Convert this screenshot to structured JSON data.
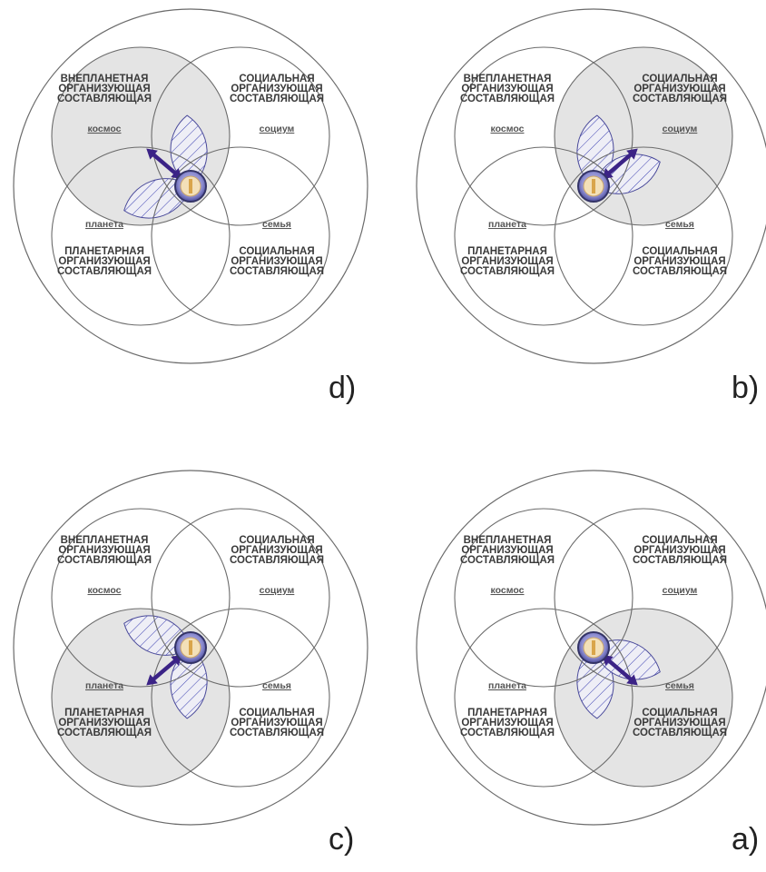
{
  "colors": {
    "outline": "#6b6b6b",
    "highlight_fill": "#e4e4e4",
    "hatch": "#3b3fb0",
    "petal_fill": "#eeeef6",
    "arrow": "#3b2386",
    "center_ring": "#4a4a9a"
  },
  "panels": [
    {
      "id": "d",
      "label": "d)",
      "highlight": "top-left",
      "tl": {
        "text": [
          "ВНЕПЛАНЕТНАЯ",
          "ОРГАНИЗУЮЩАЯ",
          "СОСТАВЛЯЮЩАЯ"
        ],
        "word": "космос"
      },
      "tr": {
        "text": [
          "СОЦИАЛЬНАЯ",
          "ОРГАНИЗУЮЩАЯ",
          "СОСТАВЛЯЮЩАЯ"
        ],
        "word": "социум"
      },
      "bl": {
        "text": [
          "ПЛАНЕТАРНАЯ",
          "ОРГАНИЗУЮЩАЯ",
          "СОСТАВЛЯЮЩАЯ"
        ],
        "word": "планета"
      },
      "br": {
        "text": [
          "СОЦИАЛЬНАЯ",
          "ОРГАНИЗУЮЩАЯ",
          "СОСТАВЛЯЮЩАЯ"
        ],
        "word": "семья"
      }
    },
    {
      "id": "b",
      "label": "b)",
      "highlight": "top-right",
      "tl": {
        "text": [
          "ВНЕПЛАНЕТНАЯ",
          "ОРГАНИЗУЮЩАЯ",
          "СОСТАВЛЯЮЩАЯ"
        ],
        "word": "космос"
      },
      "tr": {
        "text": [
          "СОЦИАЛЬНАЯ",
          "ОРГАНИЗУЮЩАЯ",
          "СОСТАВЛЯЮЩАЯ"
        ],
        "word": "социум"
      },
      "bl": {
        "text": [
          "ПЛАНЕТАРНАЯ",
          "ОРГАНИЗУЮЩАЯ",
          "СОСТАВЛЯЮЩАЯ"
        ],
        "word": "планета"
      },
      "br": {
        "text": [
          "СОЦИАЛЬНАЯ",
          "ОРГАНИЗУЮЩАЯ",
          "СОСТАВЛЯЮЩАЯ"
        ],
        "word": "семья"
      }
    },
    {
      "id": "c",
      "label": "c)",
      "highlight": "bottom-left",
      "tl": {
        "text": [
          "ВНЕПЛАНЕТНАЯ",
          "ОРГАНИЗУЮЩАЯ",
          "СОСТАВЛЯЮЩАЯ"
        ],
        "word": "космос"
      },
      "tr": {
        "text": [
          "СОЦИАЛЬНАЯ",
          "ОРГАНИЗУЮЩАЯ",
          "СОСТАВЛЯЮЩАЯ"
        ],
        "word": "социум"
      },
      "bl": {
        "text": [
          "ПЛАНЕТАРНАЯ",
          "ОРГАНИЗУЮЩАЯ",
          "СОСТАВЛЯЮЩАЯ"
        ],
        "word": "планета"
      },
      "br": {
        "text": [
          "СОЦИАЛЬНАЯ",
          "ОРГАНИЗУЮЩАЯ",
          "СОСТАВЛЯЮЩАЯ"
        ],
        "word": "семья"
      }
    },
    {
      "id": "a",
      "label": "a)",
      "highlight": "bottom-right",
      "tl": {
        "text": [
          "ВНЕПЛАНЕТНАЯ",
          "ОРГАНИЗУЮЩАЯ",
          "СОСТАВЛЯЮЩАЯ"
        ],
        "word": "космос"
      },
      "tr": {
        "text": [
          "СОЦИАЛЬНАЯ",
          "ОРГАНИЗУЮЩАЯ",
          "СОСТАВЛЯЮЩАЯ"
        ],
        "word": "социум"
      },
      "bl": {
        "text": [
          "ПЛАНЕТАРНАЯ",
          "ОРГАНИЗУЮЩАЯ",
          "СОСТАВЛЯЮЩАЯ"
        ],
        "word": "планета"
      },
      "br": {
        "text": [
          "СОЦИАЛЬНАЯ",
          "ОРГАНИЗУЮЩАЯ",
          "СОСТАВЛЯЮЩАЯ"
        ],
        "word": "семья"
      }
    }
  ]
}
